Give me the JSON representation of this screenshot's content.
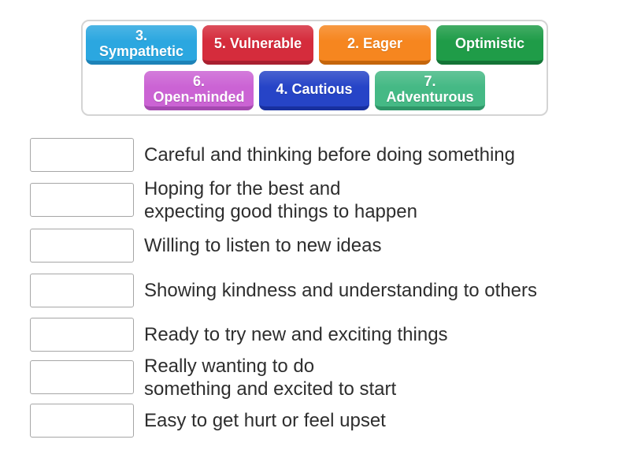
{
  "word_bank": {
    "tiles": [
      {
        "label": "3.\nSympathetic",
        "color": "#2BA7E0",
        "color_dark": "#1D83B8"
      },
      {
        "label": "5. Vulnerable",
        "color": "#D52C3C",
        "color_dark": "#A92030"
      },
      {
        "label": "2. Eager",
        "color": "#F6861F",
        "color_dark": "#C5660B"
      },
      {
        "label": "Optimistic",
        "color": "#1F9C48",
        "color_dark": "#147436"
      },
      {
        "label": "6.\nOpen-minded",
        "color": "#CB63D4",
        "color_dark": "#A549B0"
      },
      {
        "label": "4. Cautious",
        "color": "#2644C7",
        "color_dark": "#18309F"
      },
      {
        "label": "7.\nAdventurous",
        "color": "#45B985",
        "color_dark": "#2F9668"
      }
    ]
  },
  "match_list": {
    "rows": [
      {
        "definition": "Careful and thinking before doing something"
      },
      {
        "definition": "Hoping for the best and\nexpecting good things to happen"
      },
      {
        "definition": "Willing to listen to new ideas"
      },
      {
        "definition": "Showing kindness and understanding to others"
      },
      {
        "definition": "Ready to try new and exciting things"
      },
      {
        "definition": "Really wanting to do\nsomething and excited to start"
      },
      {
        "definition": "Easy to get hurt or feel upset"
      }
    ]
  }
}
